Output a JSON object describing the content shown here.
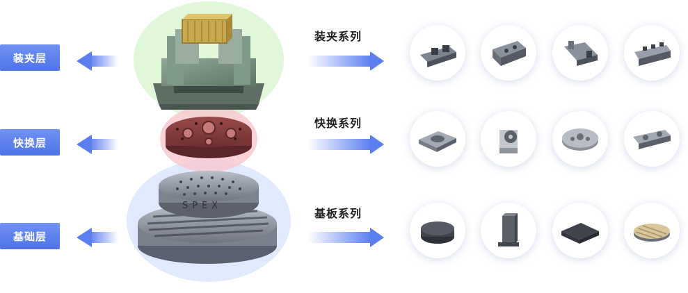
{
  "layers": [
    {
      "label": "装夹层",
      "series": "装夹系列",
      "items": [
        "vise-1",
        "vise-2",
        "vise-3",
        "vise-4"
      ]
    },
    {
      "label": "快换层",
      "series": "快换系列",
      "items": [
        "chuck-1",
        "chuck-2",
        "chuck-3",
        "chuck-4"
      ]
    },
    {
      "label": "基础层",
      "series": "基板系列",
      "items": [
        "base-1",
        "base-2",
        "base-3",
        "base-4"
      ]
    }
  ],
  "brand": "SPEX",
  "colors": {
    "label_bg": "#5b7ef0",
    "arrow": "#5b7ef0",
    "halo_top": "#d9f5d0",
    "halo_mid": "#f6c9cf",
    "halo_bottom": "#cfdcff"
  }
}
